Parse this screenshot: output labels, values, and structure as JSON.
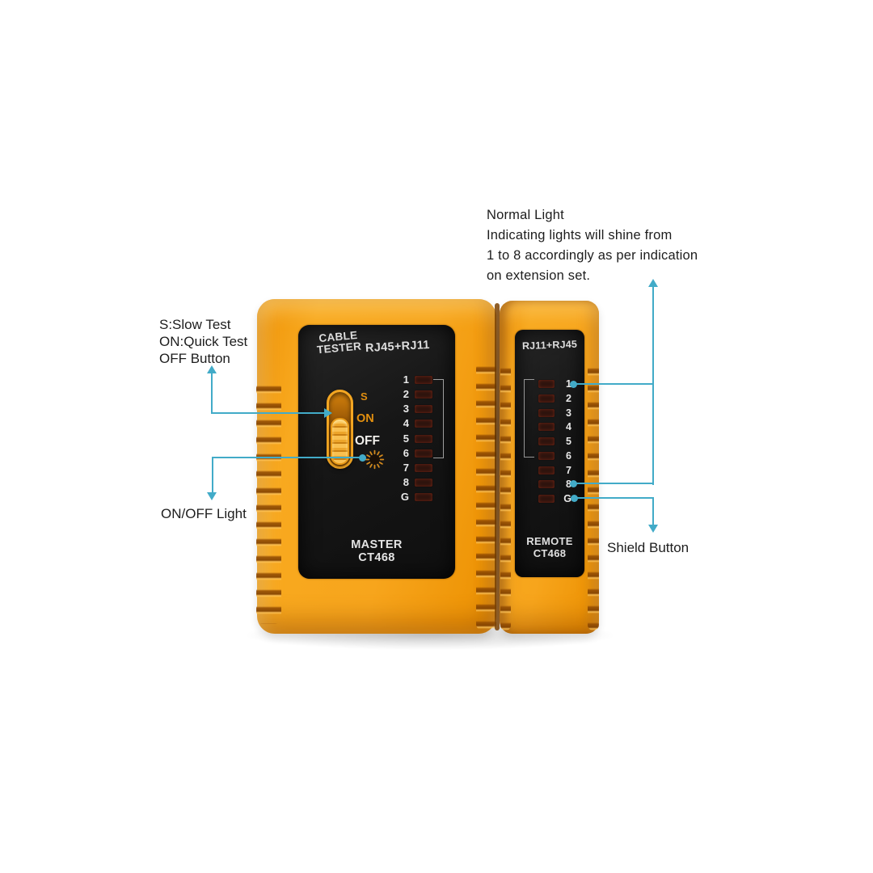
{
  "colors": {
    "accent_line": "#42abc8",
    "device_orange": "#f6a41c",
    "panel_black": "#161616",
    "switch_label_orange": "#e3900f",
    "background": "#ffffff"
  },
  "annotations": {
    "normal_light": {
      "title": "Normal Light",
      "lines": [
        "Indicating lights will shine from",
        "1 to 8 accordingly as per indication",
        "on extension set."
      ]
    },
    "mode_switch": {
      "lines": [
        "S:Slow Test",
        "ON:Quick Test",
        "OFF Button"
      ]
    },
    "onoff_light_label": "ON/OFF Light",
    "shield_button_label": "Shield Button"
  },
  "master_device": {
    "brand": {
      "line1": "CABLE",
      "line2": "TESTER"
    },
    "jack_label": "RJ45+RJ11",
    "switch": {
      "slow": "S",
      "on": "ON",
      "off": "OFF"
    },
    "pin_labels": [
      "1",
      "2",
      "3",
      "4",
      "5",
      "6",
      "7",
      "8",
      "G"
    ],
    "model": {
      "line1": "MASTER",
      "line2": "CT468"
    }
  },
  "remote_device": {
    "jack_label": "RJ11+RJ45",
    "pin_labels": [
      "1",
      "2",
      "3",
      "4",
      "5",
      "6",
      "7",
      "8",
      "G"
    ],
    "model": {
      "line1": "REMOTE",
      "line2": "CT468"
    }
  }
}
